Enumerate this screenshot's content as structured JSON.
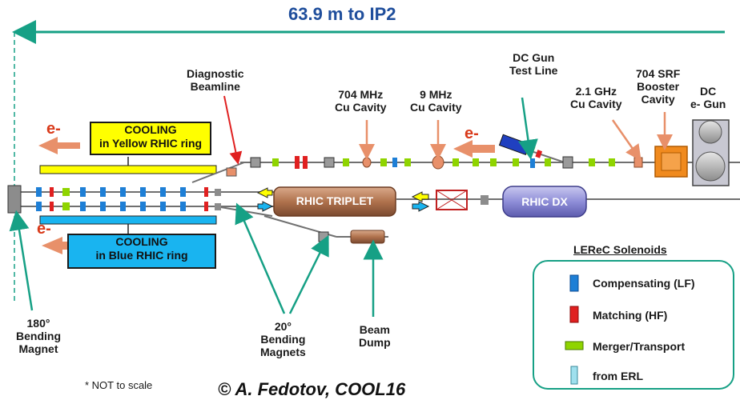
{
  "header": {
    "distance_label": "63.9 m to IP2",
    "accent_color": "#16a085",
    "title_color": "#1f4e9c"
  },
  "beams": {
    "yellow": {
      "electron": "e-",
      "line1": "COOLING",
      "line2": "in Yellow RHIC ring",
      "color": "#ffff00"
    },
    "blue": {
      "electron": "e-",
      "line1": "COOLING",
      "line2": "in Blue RHIC ring",
      "color": "#19b4f0"
    },
    "middle_electron": "e-"
  },
  "components": {
    "diagnostic_beamline": [
      "Diagnostic",
      "Beamline"
    ],
    "cavity_704": [
      "704 MHz",
      "Cu Cavity"
    ],
    "cavity_9": [
      "9 MHz",
      "Cu Cavity"
    ],
    "dc_gun_test": [
      "DC Gun",
      "Test Line"
    ],
    "cavity_21": [
      "2.1 GHz",
      "Cu Cavity"
    ],
    "srf_booster": [
      "704 SRF",
      "Booster",
      "Cavity"
    ],
    "dc_gun": [
      "DC",
      "e- Gun"
    ],
    "rhic_triplet": "RHIC TRIPLET",
    "rhic_dx": "RHIC  DX",
    "bending_180": [
      "180°",
      "Bending",
      "Magnet"
    ],
    "bending_20": [
      "20°",
      "Bending",
      "Magnets"
    ],
    "beam_dump": [
      "Beam",
      "Dump"
    ]
  },
  "legend": {
    "title": "LEReC Solenoids",
    "items": [
      {
        "label": "Compensating (LF)",
        "color": "#1e7fd6"
      },
      {
        "label": "Matching (HF)",
        "color": "#e02020"
      },
      {
        "label": "Merger/Transport",
        "color": "#8fd400"
      },
      {
        "label": "from ERL",
        "color": "#9fe0ee"
      }
    ]
  },
  "notes": {
    "not_to_scale": "* NOT to scale",
    "credit": "© A. Fedotov, COOL16"
  }
}
